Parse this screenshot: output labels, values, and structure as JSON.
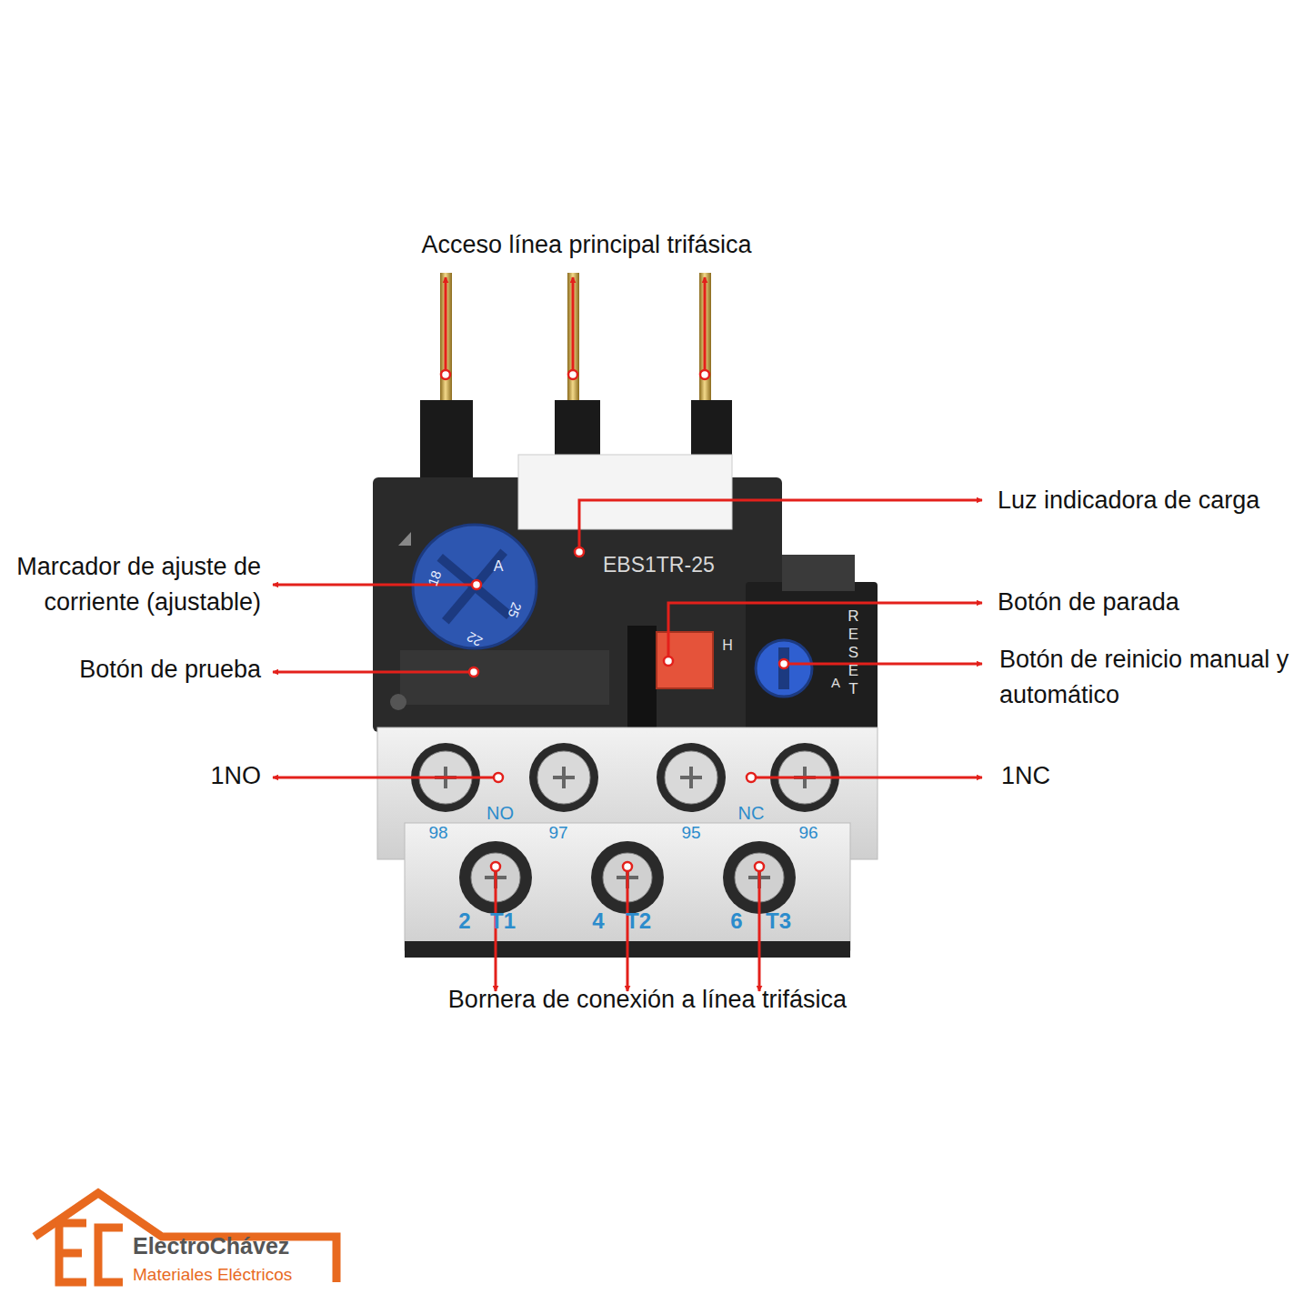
{
  "diagram": {
    "labels": [
      "Acceso línea principal trifásica",
      "Luz indicadora de carga",
      "Marcador de ajuste de corriente (ajustable)",
      "Botón de parada",
      "Botón de prueba",
      "Botón de reinicio manual y automático",
      "1NO",
      "1NC",
      "Bornera de conexión a línea trifásica",
      "EBS1TR-25",
      "A",
      "18",
      "22",
      "25",
      "H",
      "A",
      "RESET",
      "NO",
      "NC",
      "98",
      "97",
      "95",
      "96",
      "2",
      "T1",
      "4",
      "T2",
      "6",
      "T3",
      "ElectroChávez",
      "Materiales Eléctricos"
    ]
  }
}
